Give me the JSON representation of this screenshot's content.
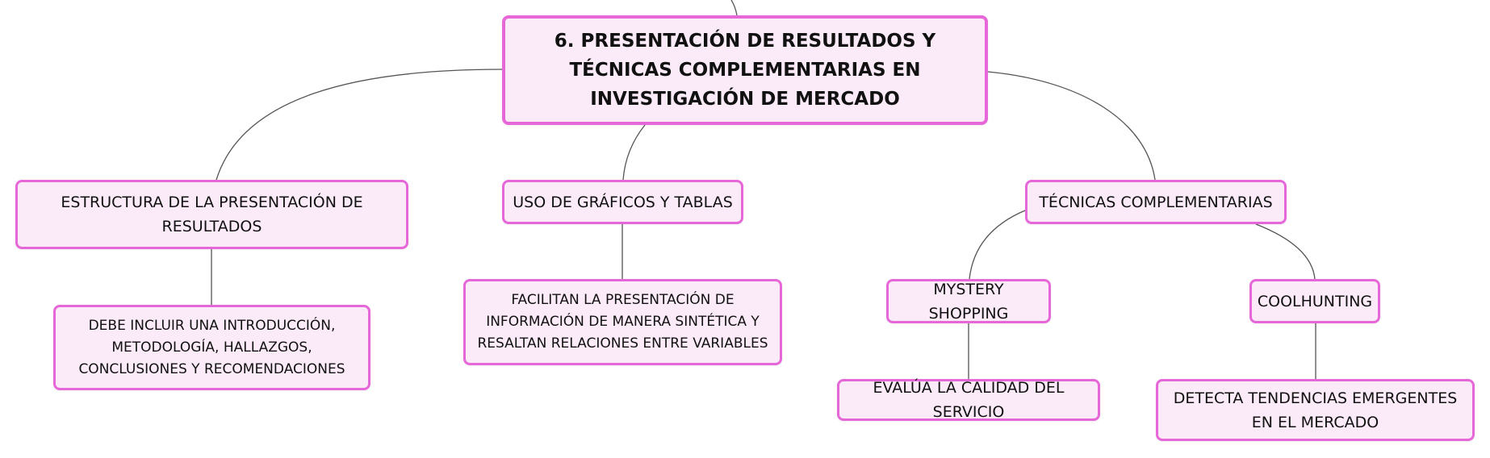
{
  "colors": {
    "node_fill": "#fbeaf8",
    "node_border": "#e668d8",
    "connector": "#555555",
    "text": "#111111"
  },
  "root": {
    "label": "6. PRESENTACIÓN DE RESULTADOS Y TÉCNICAS COMPLEMENTARIAS EN INVESTIGACIÓN DE MERCADO"
  },
  "branches": {
    "estructura": {
      "label": "ESTRUCTURA DE LA PRESENTACIÓN DE RESULTADOS",
      "child": "DEBE INCLUIR UNA INTRODUCCIÓN, METODOLOGÍA, HALLAZGOS, CONCLUSIONES Y RECOMENDACIONES"
    },
    "graficos": {
      "label": "USO DE GRÁFICOS Y TABLAS",
      "child": "FACILITAN LA PRESENTACIÓN DE INFORMACIÓN DE MANERA SINTÉTICA Y RESALTAN RELACIONES ENTRE VARIABLES"
    },
    "tecnicas": {
      "label": "TÉCNICAS COMPLEMENTARIAS",
      "mystery": {
        "label": "MYSTERY SHOPPING",
        "child": "EVALÚA LA CALIDAD DEL SERVICIO"
      },
      "cool": {
        "label": "COOLHUNTING",
        "child": "DETECTA TENDENCIAS EMERGENTES EN EL MERCADO"
      }
    }
  }
}
